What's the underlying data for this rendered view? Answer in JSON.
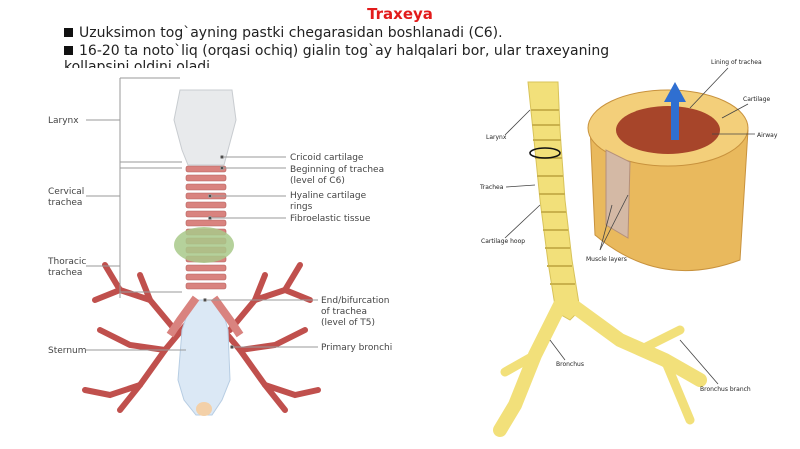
{
  "slide": {
    "title": "Traxeya",
    "bullets": [
      "Uzuksimon tog`ayning pastki chegarasidan boshlanadi (C6).",
      "16-20 ta noto`liq (orqasi ochiq) gialin tog`ay halqalari bor, ular traxeyaning",
      "kollapsini oldini oladi"
    ]
  },
  "left_figure": {
    "labels_left": {
      "larynx": "Larynx",
      "cervical_1": "Cervical",
      "cervical_2": "trachea",
      "thoracic_1": "Thoracic",
      "thoracic_2": "trachea",
      "sternum": "Sternum"
    },
    "labels_right": {
      "cricoid": "Cricoid cartilage",
      "beginning_1": "Beginning of trachea",
      "beginning_2": "(level of C6)",
      "hyaline_1": "Hyaline cartilage",
      "hyaline_2": "rings",
      "fibro": "Fibroelastic tissue",
      "bifurcation_1": "End/bifurcation",
      "bifurcation_2": "of trachea",
      "bifurcation_3": "(level of T5)",
      "primary_bronchi": "Primary bronchi"
    }
  },
  "right_figure": {
    "labels": {
      "lining": "Lining of trachea",
      "cartilage": "Cartilage",
      "airway": "Airway",
      "larynx": "Larynx",
      "trachea": "Trachea",
      "cartilage_hoop": "Cartilage hoop",
      "muscle_layers": "Muscle layers",
      "bronchus": "Bronchus",
      "bronchus_branch": "Bronchus branch"
    }
  },
  "colors": {
    "title": "#e21b1b",
    "cartilage_ring": "#d9837f",
    "thyroid": "#a8c98a",
    "bronchi_tree": "#c0504d",
    "trachea_yellow": "#f2e07a",
    "ring_cutaway": "#e9b95d",
    "airway_inner": "#a7452a",
    "arrow_blue": "#2f6fd1"
  }
}
